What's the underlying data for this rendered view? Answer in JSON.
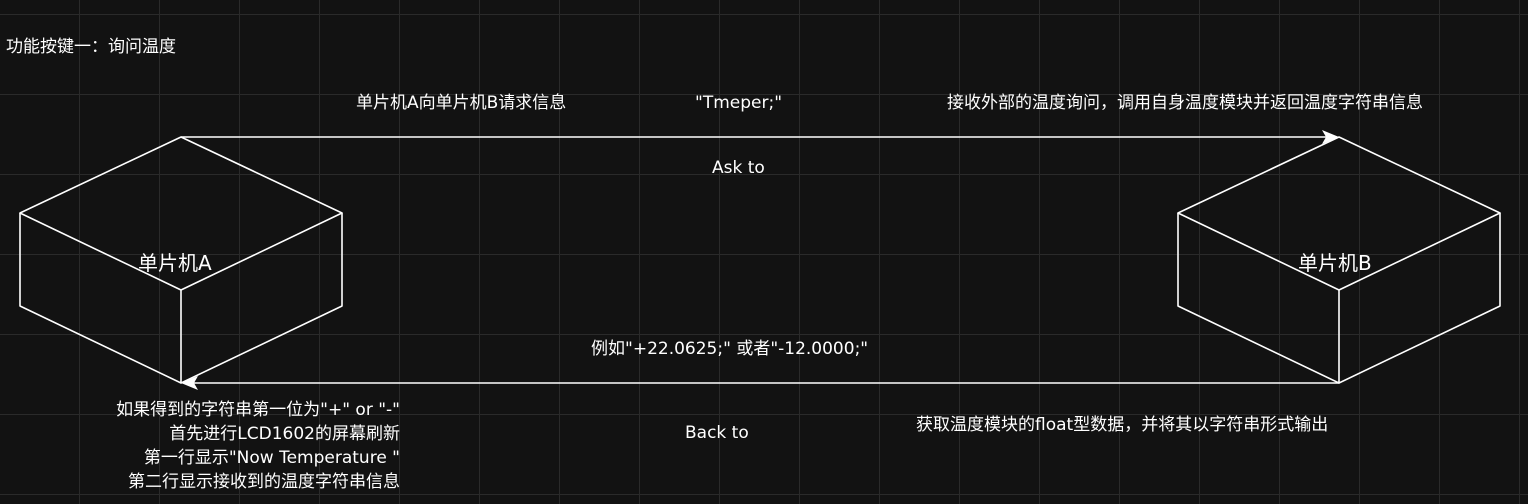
{
  "title": "功能按键一：询问温度",
  "devices": {
    "a": "单片机A",
    "b": "单片机B"
  },
  "request": {
    "label_left": "单片机A向单片机B请求信息",
    "label_mid": "\"Tmeper;\"",
    "label_right": "接收外部的温度询问，调用自身温度模块并返回温度字符串信息",
    "arrow_label": "Ask to"
  },
  "response": {
    "example": "例如\"+22.0625;\" 或者\"-12.0000;\"",
    "arrow_label": "Back to",
    "b_action": "获取温度模块的float型数据，并将其以字符串形式输出"
  },
  "a_actions": [
    "如果得到的字符串第一位为\"+\" or \"-\"",
    "首先进行LCD1602的屏幕刷新",
    "第一行显示\"Now Temperature \"",
    "第二行显示接收到的温度字符串信息"
  ]
}
